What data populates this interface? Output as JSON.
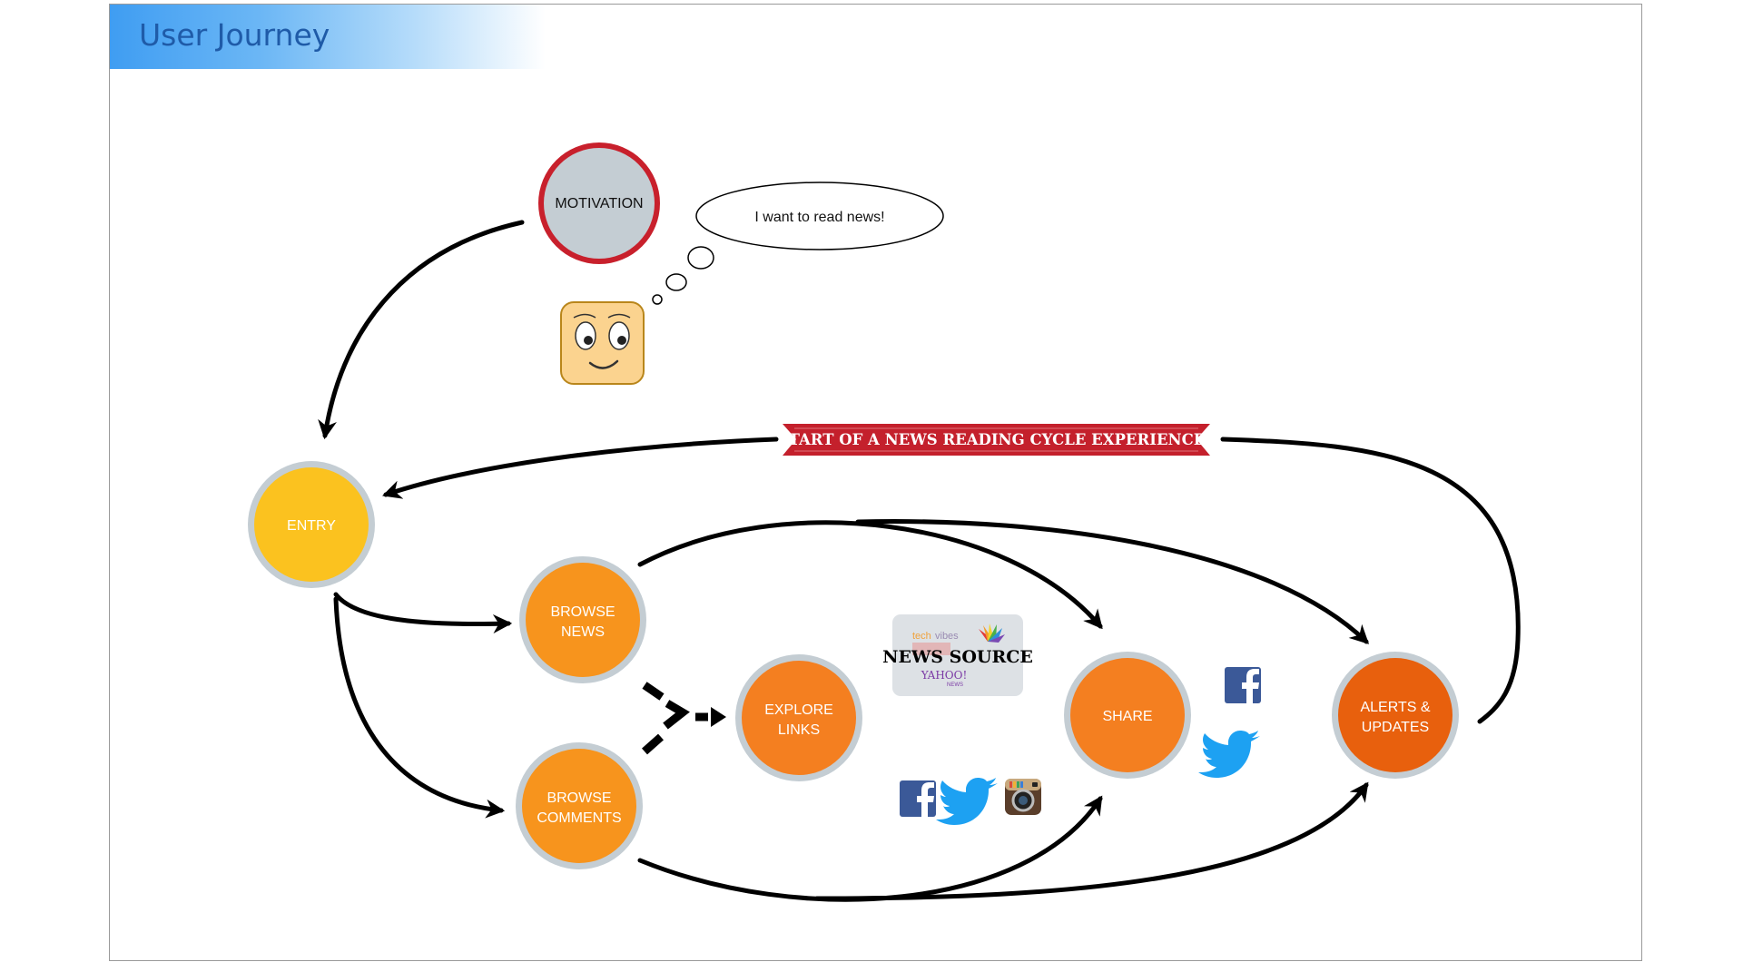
{
  "page": {
    "title": "User Journey"
  },
  "nodes": {
    "motivation": "MOTIVATION",
    "entry": "ENTRY",
    "browse_news": [
      "BROWSE",
      "NEWS"
    ],
    "browse_comments": [
      "BROWSE",
      "COMMENTS"
    ],
    "explore_links": [
      "EXPLORE",
      "LINKS"
    ],
    "share": "SHARE",
    "alerts": [
      "ALERTS &",
      "UPDATES"
    ]
  },
  "thought": "I want to read news!",
  "banner": "START OF A NEWS READING CYCLE EXPERIENCE",
  "news_source": {
    "title": "NEWS SOURCE",
    "small_labels": [
      "tech",
      "vibes",
      "YAHOO!",
      "NEWS"
    ]
  },
  "icons": [
    "facebook-icon",
    "twitter-icon",
    "instagram-icon",
    "smiley-face-icon",
    "nbc-peacock-icon"
  ],
  "colors": {
    "title_blue": "#1f5ba8",
    "ring_gray": "#c4cdd3",
    "motivation_ring": "#c8202c",
    "entry_yellow": "#fbc21f",
    "orange": "#f7941d",
    "alerts_orange": "#e8600d",
    "banner_red": "#c4202c",
    "facebook_blue": "#3b5998",
    "twitter_blue": "#1da1f2"
  }
}
